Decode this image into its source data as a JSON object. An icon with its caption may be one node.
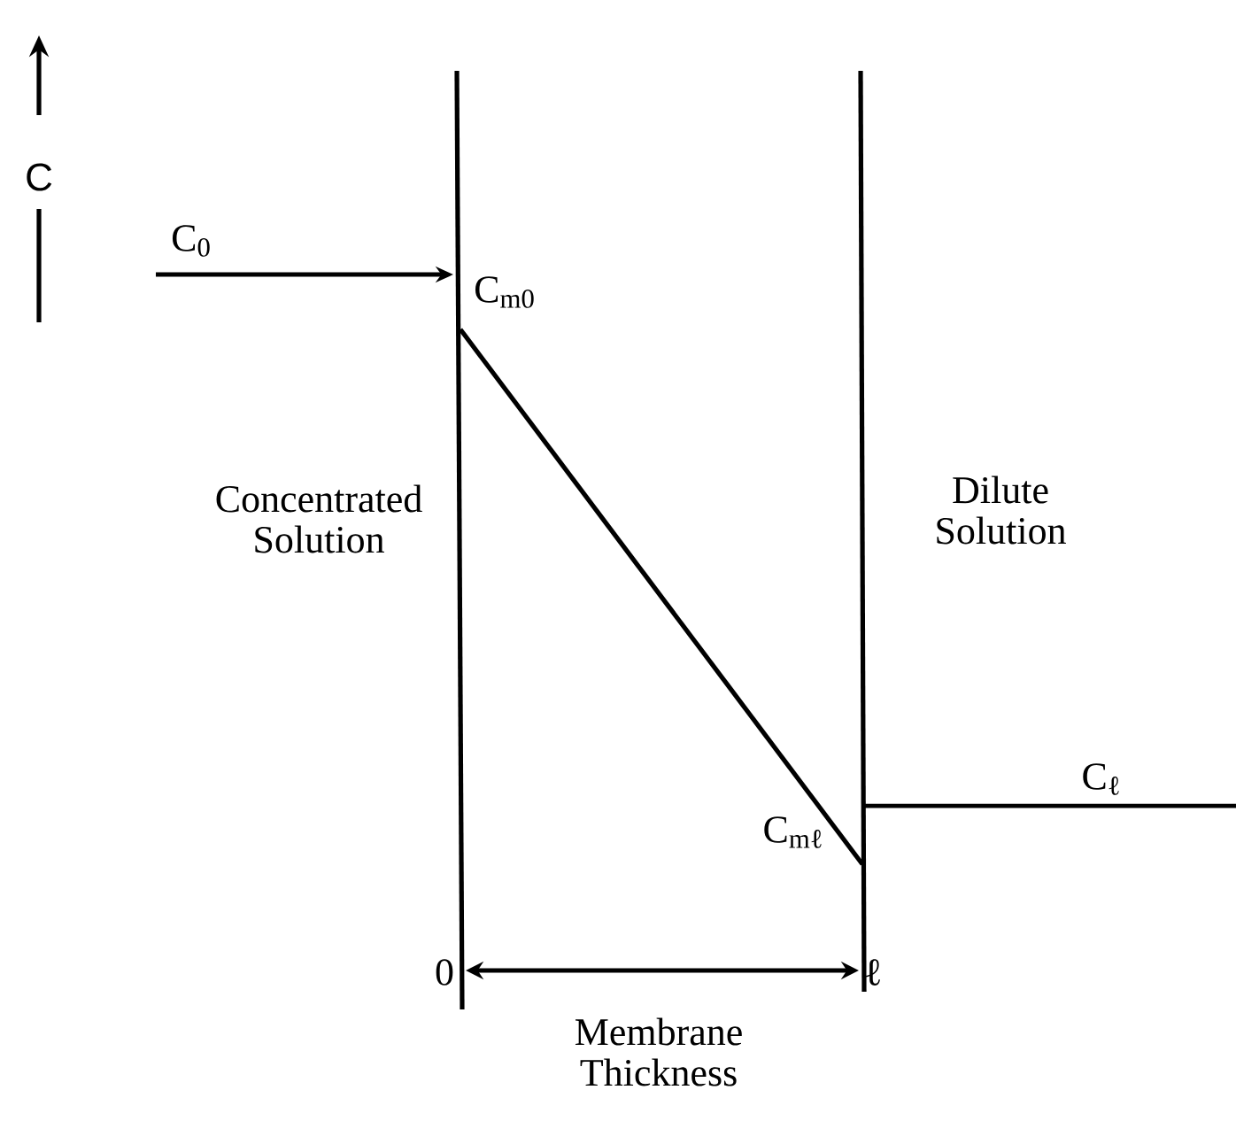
{
  "diagram": {
    "labels": [
      "C",
      "C$_{0}$",
      "C$_{m0}$",
      "Concentrated Solution",
      "Dilute Solution",
      "C$_{ℓ}$",
      "C$_{mℓ}$",
      "0",
      "ℓ",
      "Membrane Thickness"
    ]
  }
}
